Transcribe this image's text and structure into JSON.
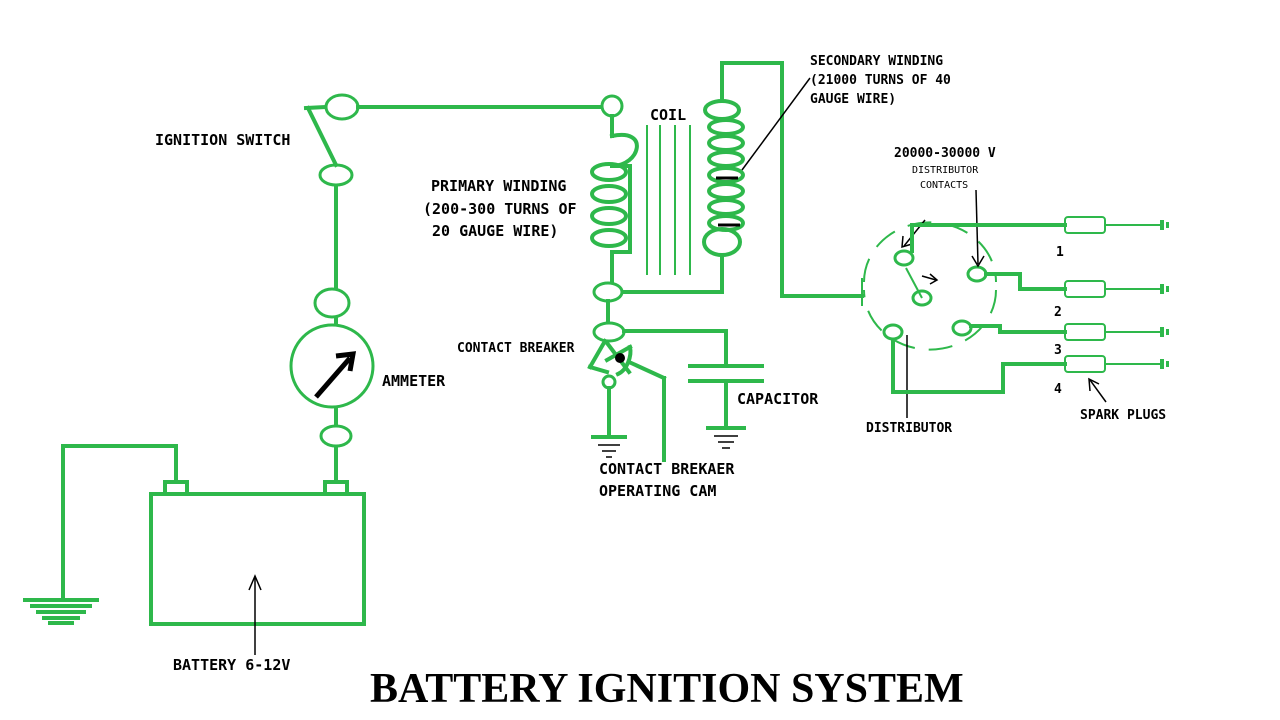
{
  "title": "BATTERY IGNITION SYSTEM",
  "wire_color": "#2eb84b",
  "labels": {
    "ignition_switch": "IGNITION SWITCH",
    "ammeter": "AMMETER",
    "battery": "BATTERY 6-12V",
    "coil": "COIL",
    "primary_winding": [
      "PRIMARY WINDING",
      "(200-300 TURNS OF",
      "20 GAUGE WIRE)"
    ],
    "secondary_winding": [
      "SECONDARY WINDING",
      "(21000 TURNS OF 40",
      "GAUGE WIRE)"
    ],
    "voltage": "20000-30000 V",
    "distributor_contacts": [
      "DISTRIBUTOR",
      "CONTACTS"
    ],
    "contact_breaker": "CONTACT BREAKER",
    "cam": [
      "CONTACT BREKAER",
      "OPERATING CAM"
    ],
    "capacitor": "CAPACITOR",
    "distributor": "DISTRIBUTOR",
    "spark_plugs": "SPARK PLUGS",
    "plug_numbers": [
      "1",
      "2",
      "3",
      "4"
    ]
  }
}
